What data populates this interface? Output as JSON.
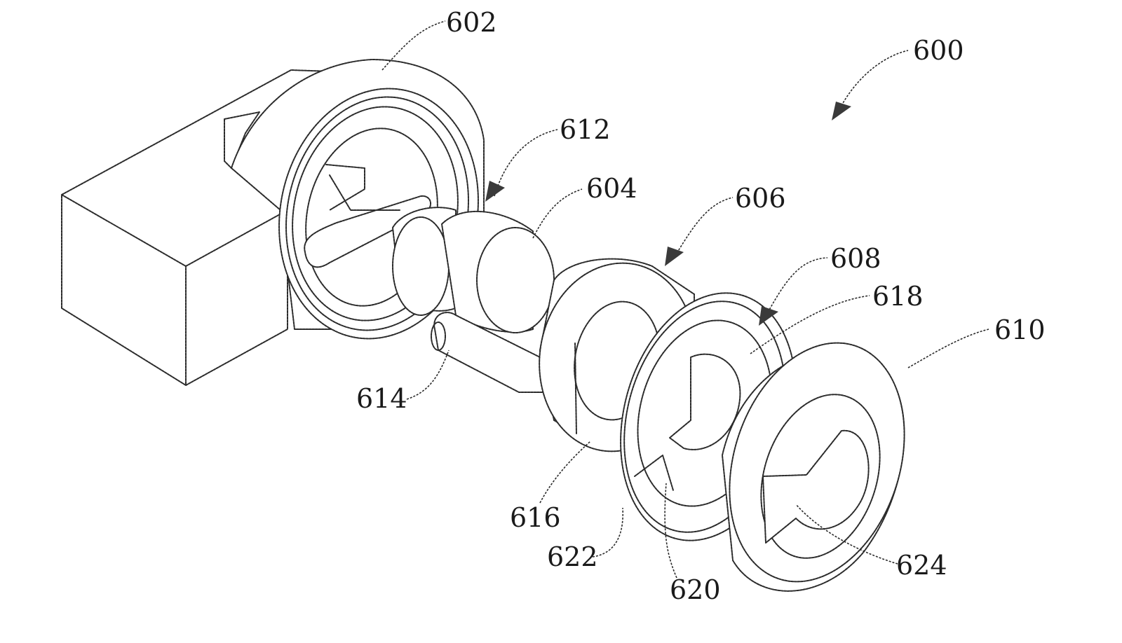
{
  "figure": {
    "labels": {
      "l600": "600",
      "l602": "602",
      "l604": "604",
      "l606": "606",
      "l608": "608",
      "l610": "610",
      "l612": "612",
      "l614": "614",
      "l616": "616",
      "l618": "618",
      "l620": "620",
      "l622": "622",
      "l624": "624"
    }
  }
}
